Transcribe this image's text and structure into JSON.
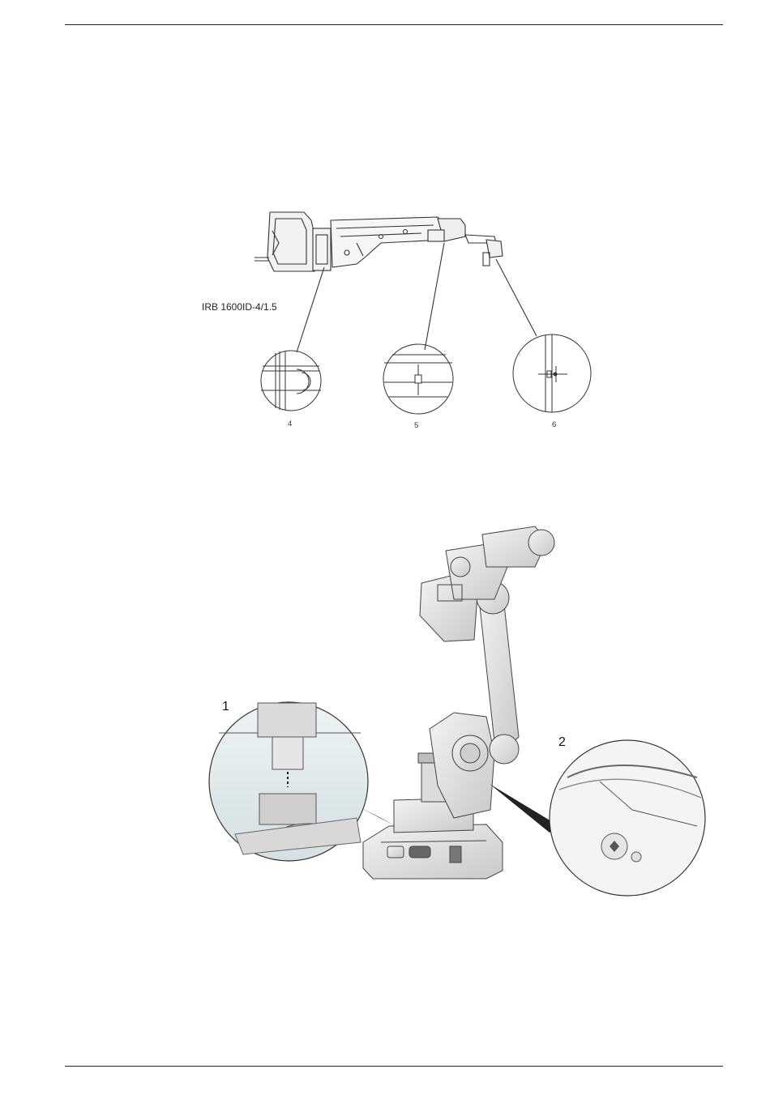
{
  "figure_top": {
    "model_label": "IRB 1600ID-4/1.5",
    "details": [
      {
        "label": "4"
      },
      {
        "label": "5"
      },
      {
        "label": "6"
      }
    ]
  },
  "figure_bottom": {
    "callouts": [
      {
        "label": "1"
      },
      {
        "label": "2"
      }
    ]
  }
}
